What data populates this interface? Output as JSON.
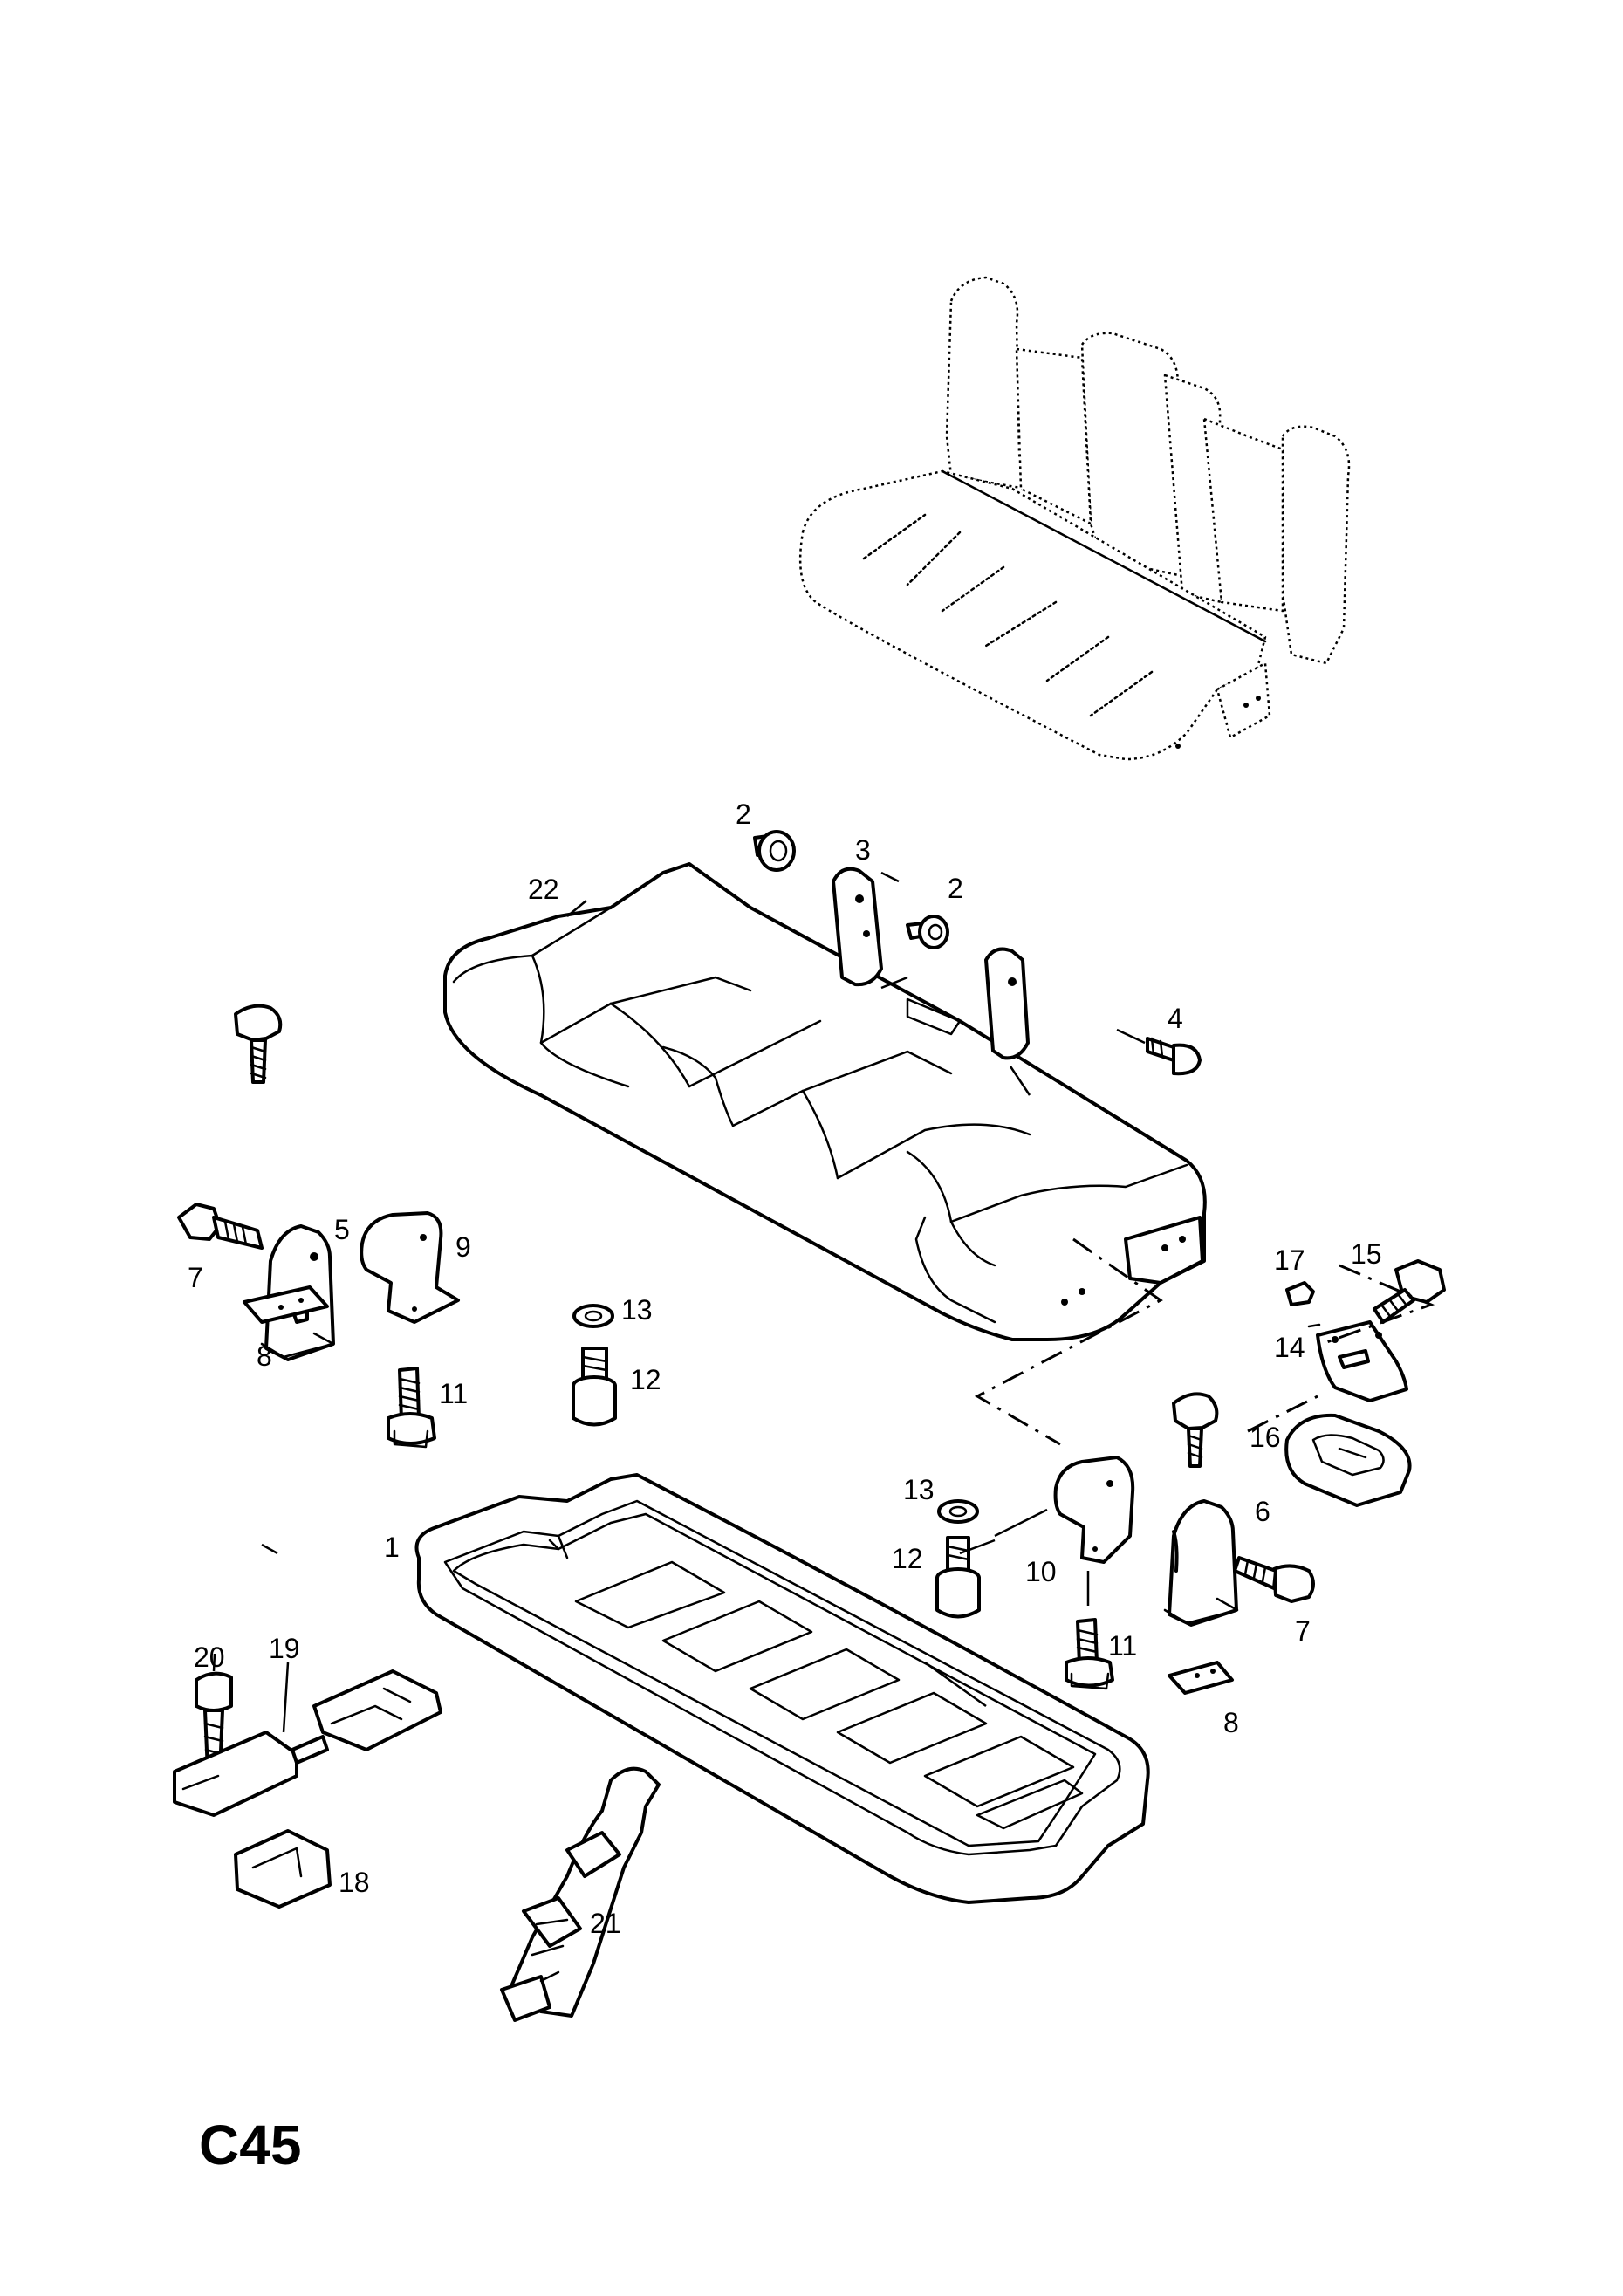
{
  "diagram": {
    "page_code": "C45",
    "callouts": {
      "c1": "1",
      "c2a": "2",
      "c2b": "2",
      "c3": "3",
      "c4": "4",
      "c5": "5",
      "c6": "6",
      "c7a": "7",
      "c7b": "7",
      "c8a": "8",
      "c8b": "8",
      "c9": "9",
      "c10": "10",
      "c11a": "11",
      "c11b": "11",
      "c12a": "12",
      "c12b": "12",
      "c13a": "13",
      "c13b": "13",
      "c14": "14",
      "c15": "15",
      "c16": "16",
      "c17": "17",
      "c18": "18",
      "c19": "19",
      "c20": "20",
      "c21": "21",
      "c22": "22"
    }
  }
}
